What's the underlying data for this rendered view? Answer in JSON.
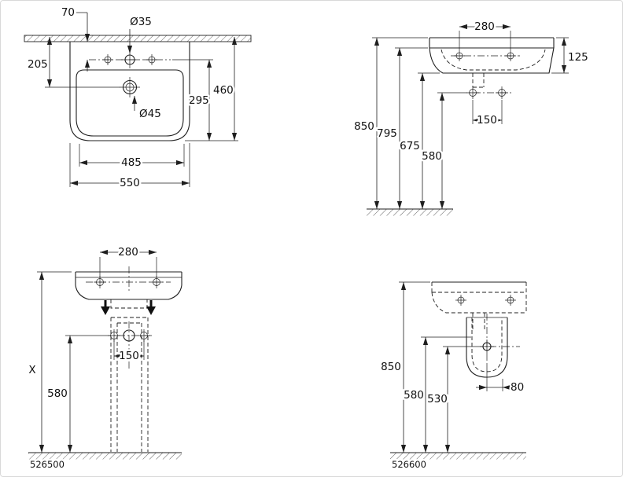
{
  "colors": {
    "line": "#1f1f1f",
    "background": "#ffffff"
  },
  "views": {
    "plan": {
      "dims": {
        "tap_offset": "70",
        "tap_hole_dia": "Ø35",
        "back_to_drain": "205",
        "tap_to_front": "295",
        "depth": "460",
        "drain_dia": "Ø45",
        "bowl_width": "485",
        "overall_width": "550"
      }
    },
    "side": {
      "dims": {
        "hole_spacing": "280",
        "rim_height": "125",
        "h_top": "850",
        "h_rim": "795",
        "h_underside": "675",
        "h_fixing": "580",
        "fixing_spacing": "150"
      }
    },
    "front_pedestal": {
      "dims": {
        "hole_spacing": "280",
        "fixing_spacing": "150",
        "h_x": "X",
        "h_fixing": "580"
      },
      "model": "526500"
    },
    "side_halfpedestal": {
      "dims": {
        "h_top": "850",
        "h_fixing": "580",
        "h_cover_hole": "530",
        "hole_offset": "80"
      },
      "model": "526600"
    }
  }
}
